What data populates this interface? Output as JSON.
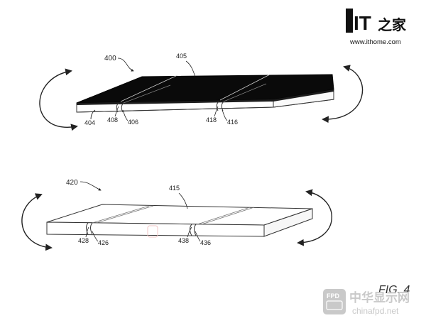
{
  "logo": {
    "mark": "IT",
    "chinese": "之家",
    "url": "www.ithome.com"
  },
  "device_top": {
    "ref_device": "400",
    "ref_surface": "405",
    "ref_base": "404",
    "ref_hinge_left_a": "408",
    "ref_hinge_left_b": "406",
    "ref_hinge_right_a": "418",
    "ref_hinge_right_b": "416"
  },
  "device_bottom": {
    "ref_device": "420",
    "ref_surface": "415",
    "ref_hinge_left_a": "428",
    "ref_hinge_left_b": "426",
    "ref_hinge_right_a": "438",
    "ref_hinge_right_b": "436"
  },
  "figure_label": "FIG. 4",
  "watermark": {
    "badge": "FPD",
    "chinese": "中华显示网",
    "url": "chinafpd.net"
  },
  "colors": {
    "ink": "#222222",
    "panel_dark": "#0a0a0a",
    "watermark": "#c9c9c9"
  }
}
